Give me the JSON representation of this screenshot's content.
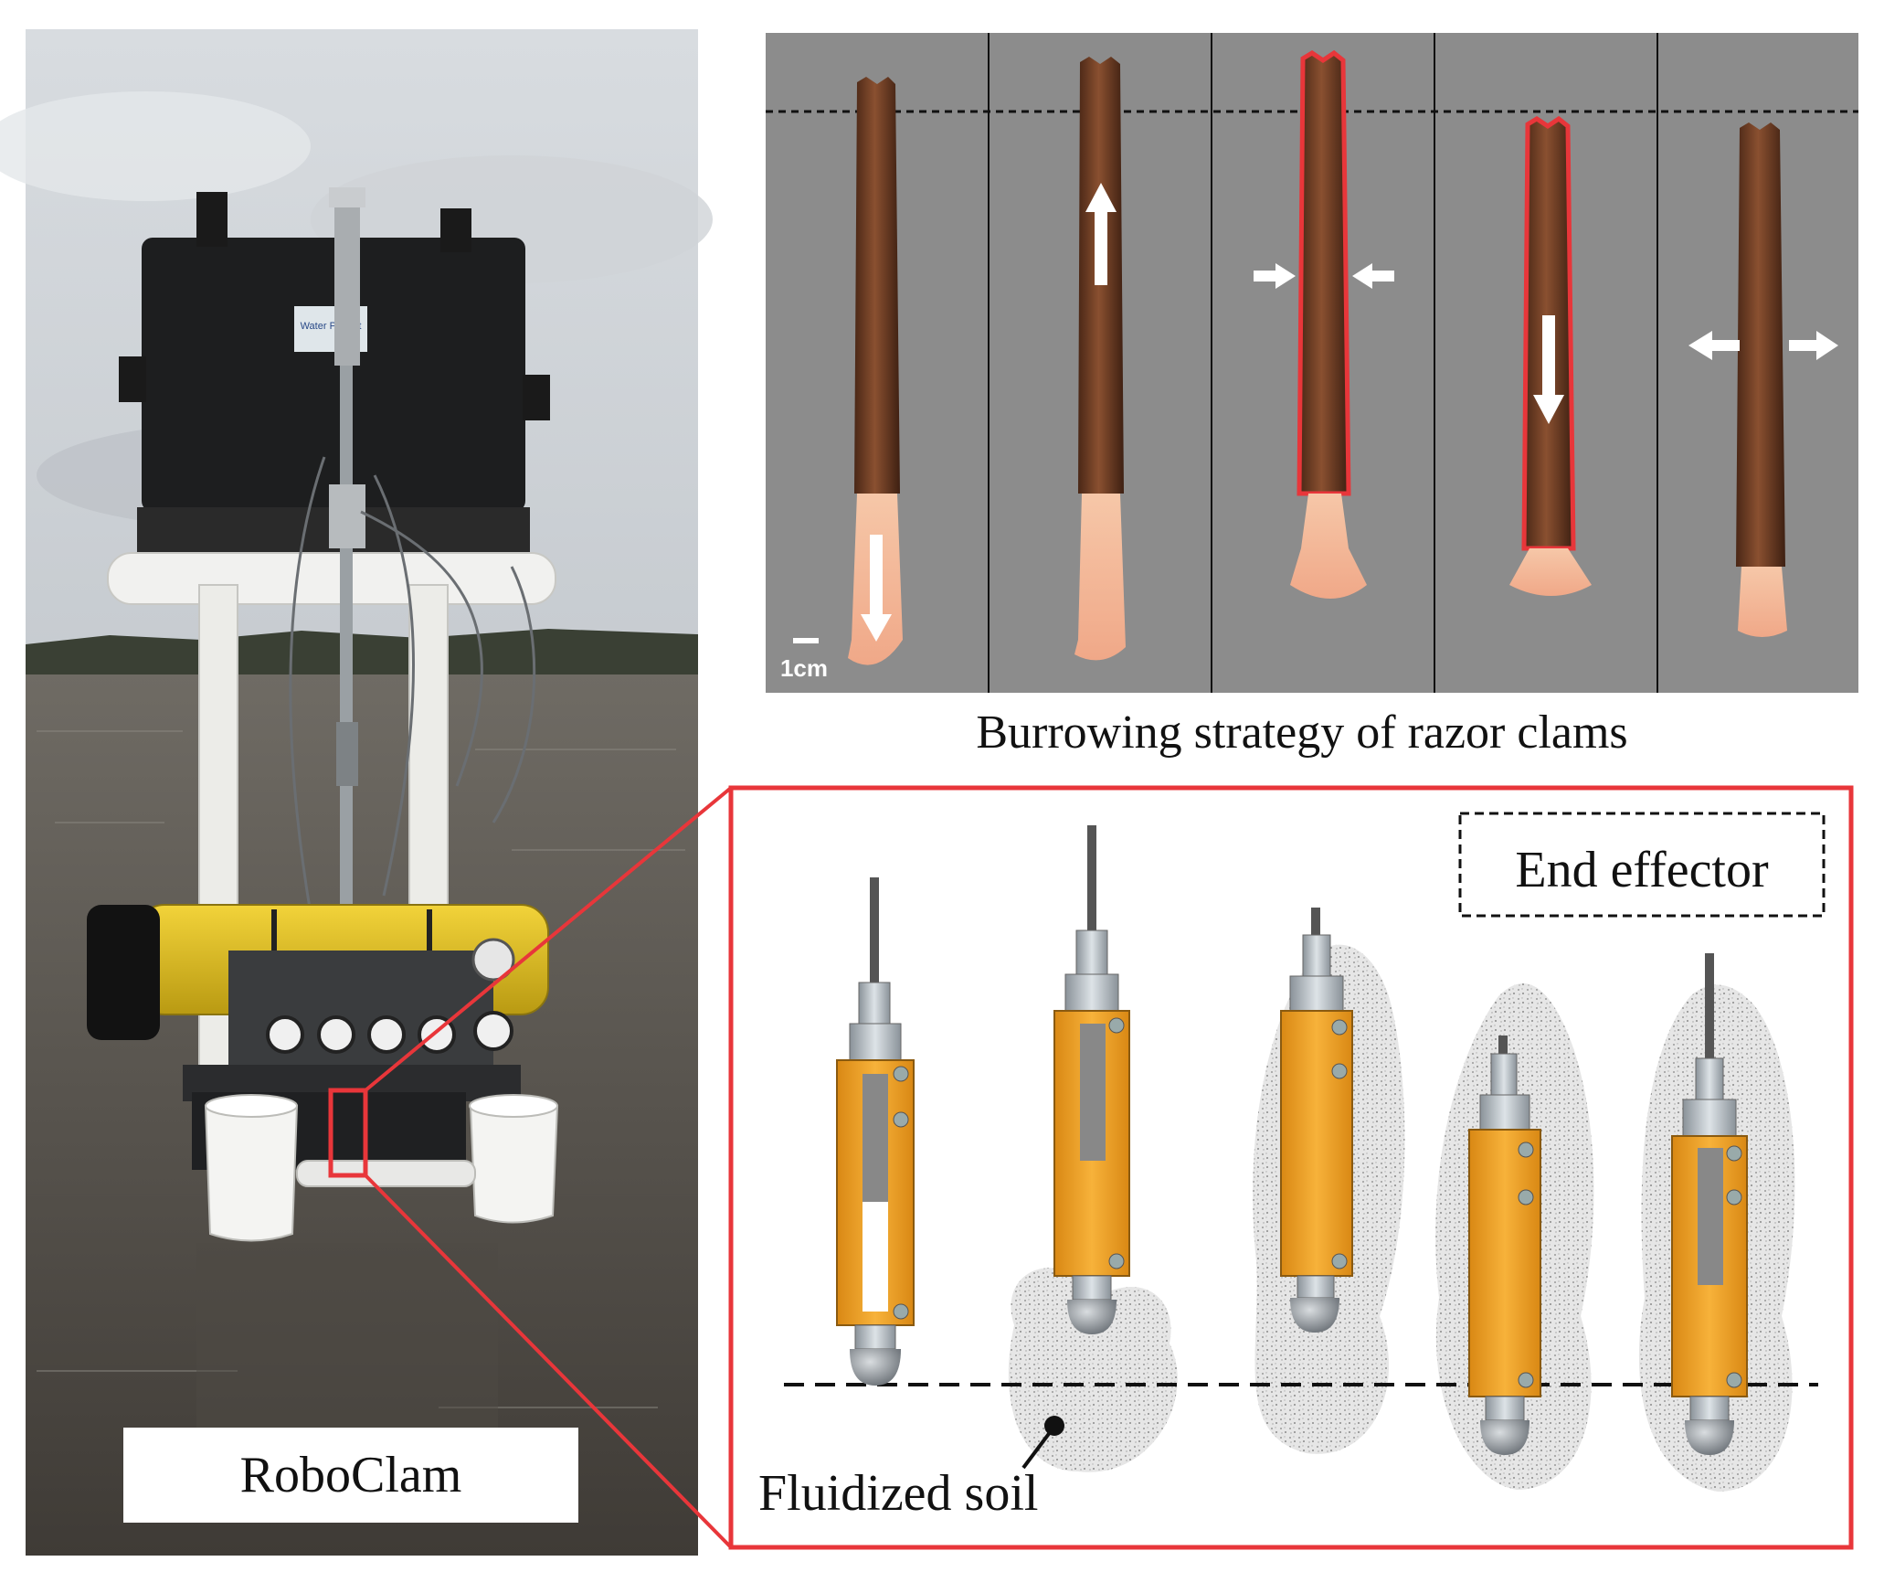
{
  "photo": {
    "label": "RoboClam",
    "sign_text": "Water Protect"
  },
  "clam_panel": {
    "scale_bar": "1cm",
    "caption": "Burrowing strategy of razor clams",
    "frames": [
      {
        "arrows": "foot-extend-down",
        "outline": false
      },
      {
        "arrows": "shell-up",
        "outline": false
      },
      {
        "arrows": "contract-inward",
        "outline": true
      },
      {
        "arrows": "shell-down",
        "outline": true
      },
      {
        "arrows": "expand-outward",
        "outline": false
      }
    ]
  },
  "diagram": {
    "legend_label": "End effector",
    "soil_label": "Fluidized soil",
    "stages": [
      {
        "soil": "none"
      },
      {
        "soil": "tip"
      },
      {
        "soil": "full"
      },
      {
        "soil": "full"
      },
      {
        "soil": "full"
      }
    ]
  },
  "colors": {
    "background_gray": "#8c8c8c",
    "clam_shell": "#6b3a22",
    "clam_foot": "#f4b998",
    "highlight_red": "#e8363a",
    "device_orange": "#f0a020",
    "device_steel": "#b9c4cc",
    "sky": "#c9ced3",
    "water": "#5e5a52"
  },
  "icons": [
    "arrow-down-icon",
    "arrow-up-icon",
    "arrow-inward-icon",
    "arrow-outward-icon",
    "callout-dot-icon"
  ]
}
